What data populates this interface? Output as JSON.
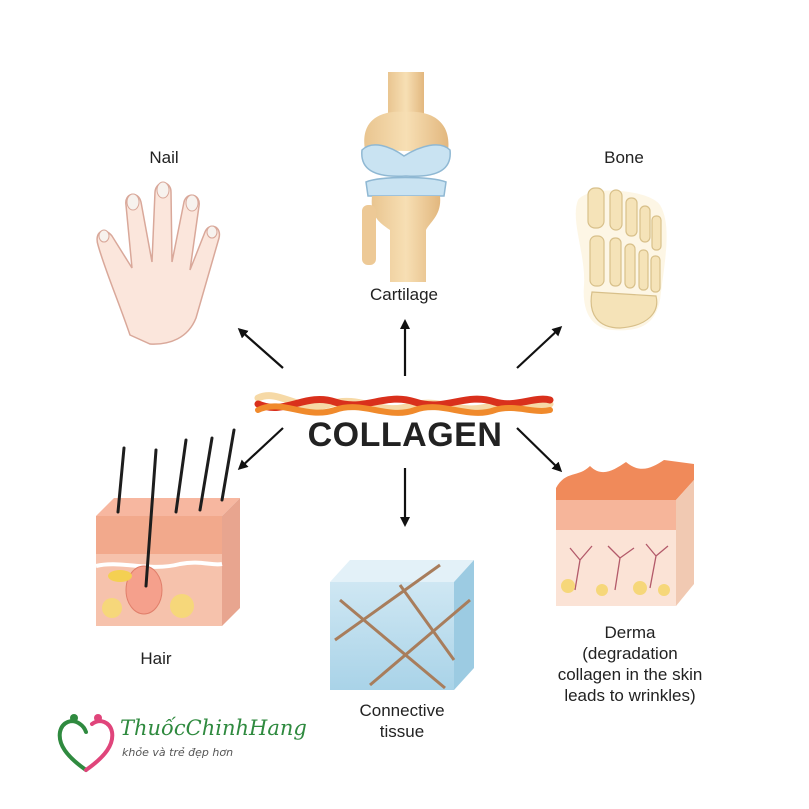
{
  "title": "COLLAGEN",
  "labels": {
    "nail": "Nail",
    "cartilage": "Cartilage",
    "bone": "Bone",
    "hair": "Hair",
    "connective_line1": "Connective",
    "connective_line2": "tissue",
    "derma_line1": "Derma",
    "derma_line2": "(degradation",
    "derma_line3": "collagen in the skin",
    "derma_line4": "leads to wrinkles)"
  },
  "logo": {
    "brand": "ThuốcChinhHang",
    "tagline": "khỏe và trẻ đẹp hơn"
  },
  "colors": {
    "fiber_red": "#d9301c",
    "fiber_orange": "#f08a2c",
    "fiber_cream": "#f6d9a6",
    "skin": "#f2a98c",
    "logo_green": "#2f8a3f",
    "logo_pink": "#e0457b"
  },
  "icons": [
    "hand-icon",
    "knee-joint-icon",
    "foot-bone-icon",
    "hair-follicle-icon",
    "connective-tissue-icon",
    "derma-skin-icon",
    "collagen-fiber-icon",
    "arrow-icon"
  ]
}
